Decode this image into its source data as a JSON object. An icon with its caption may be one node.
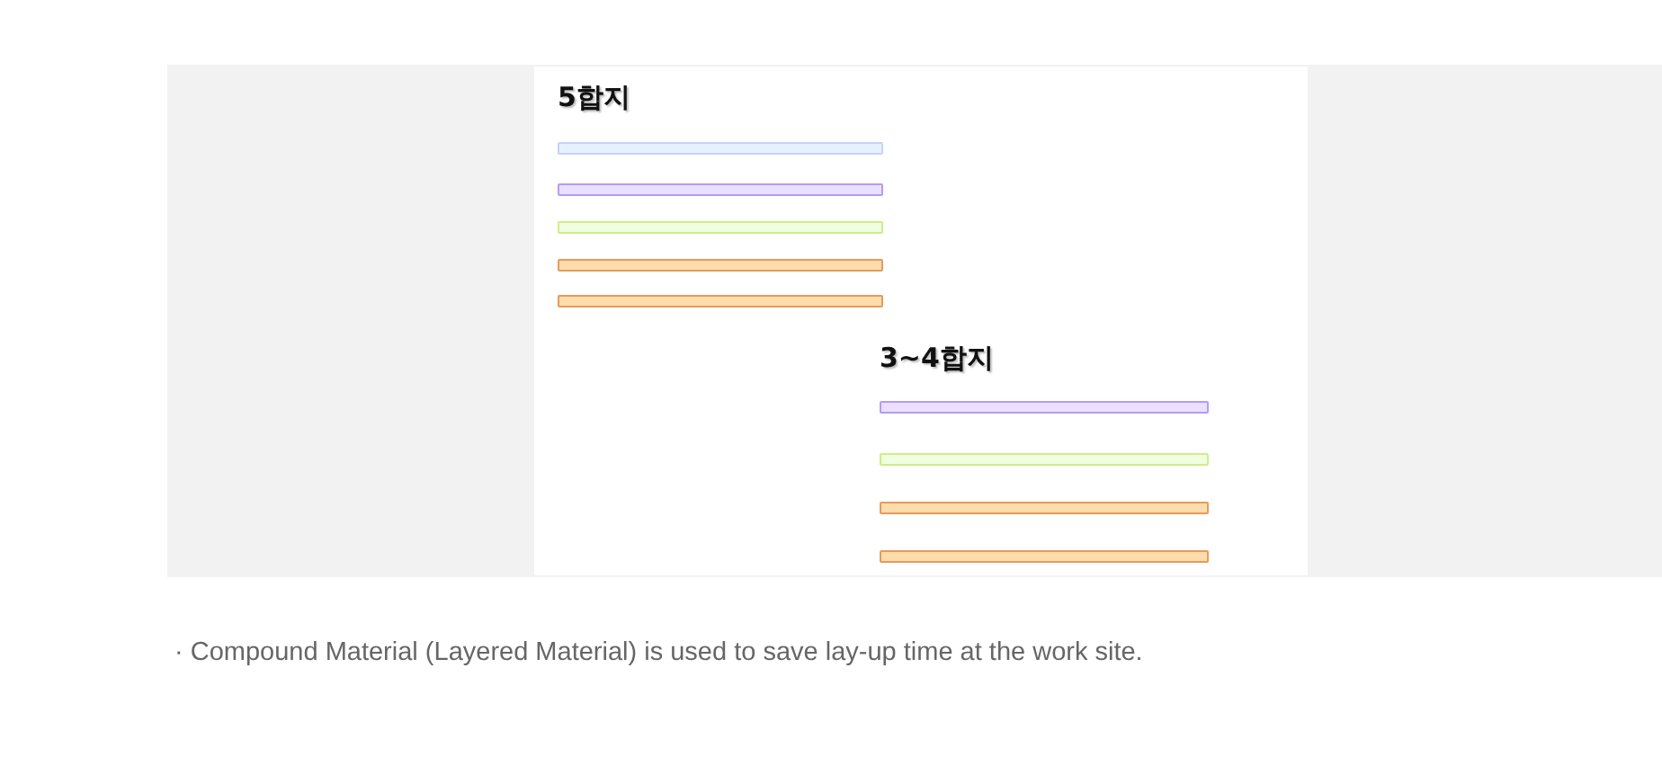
{
  "diagram": {
    "caption": "· Compound Material (Layered Material) is used to save lay-up time at the work site.",
    "labels": [
      "5합지",
      "3~4합지"
    ]
  }
}
